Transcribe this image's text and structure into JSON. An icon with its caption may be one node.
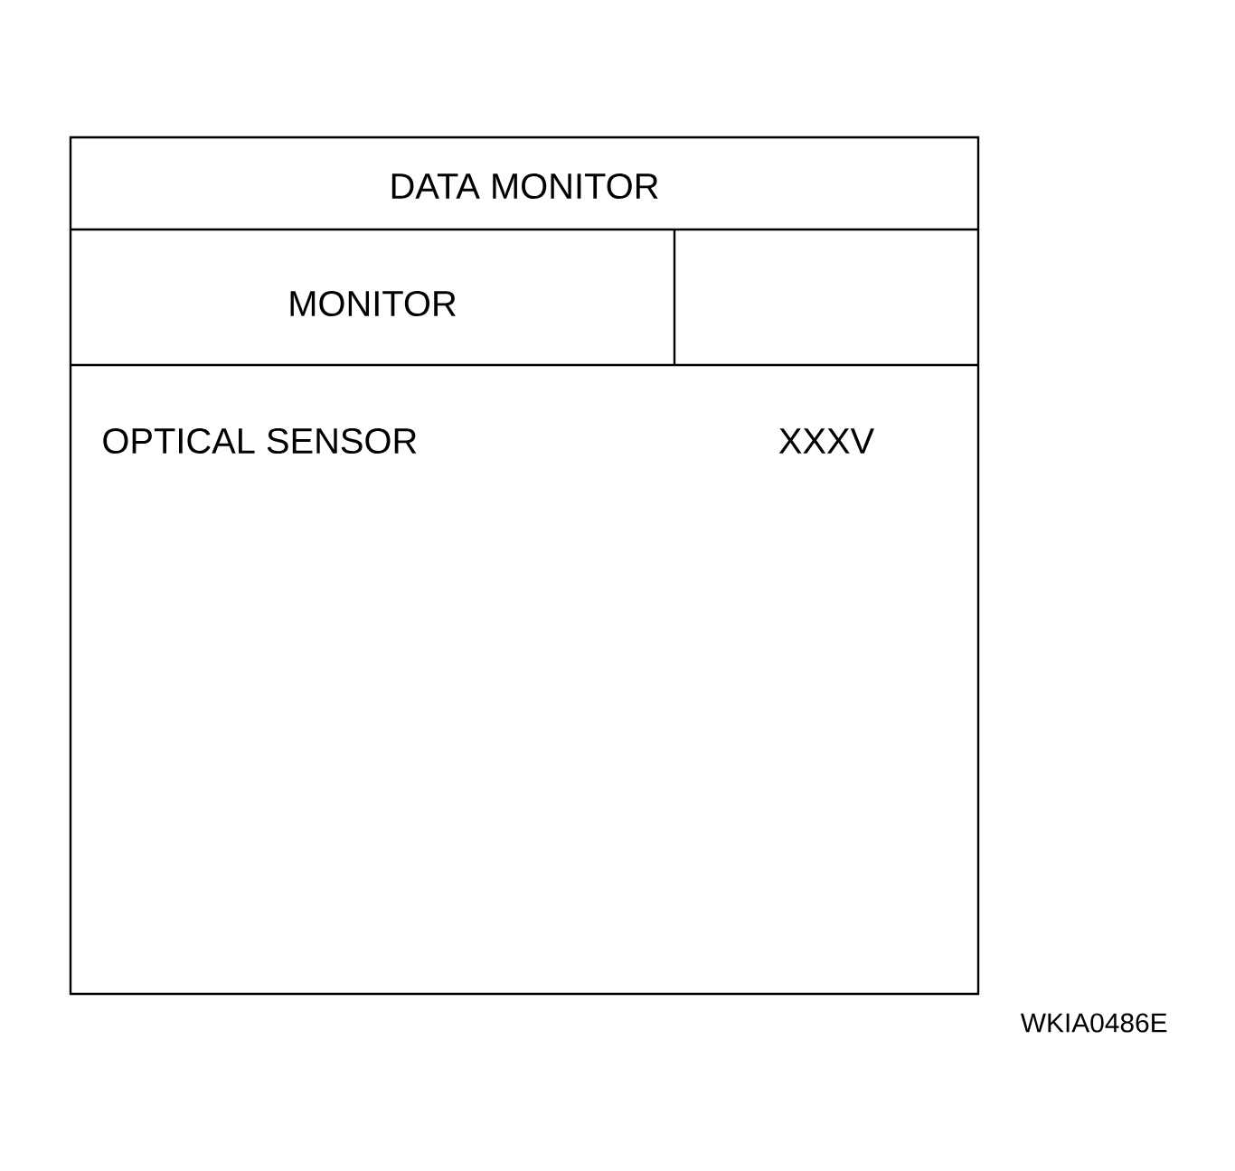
{
  "diagram": {
    "labels": [
      "DATA MONITOR",
      "MONITOR",
      "OPTICAL SENSOR",
      "XXXV",
      "WKIA0486E"
    ]
  }
}
